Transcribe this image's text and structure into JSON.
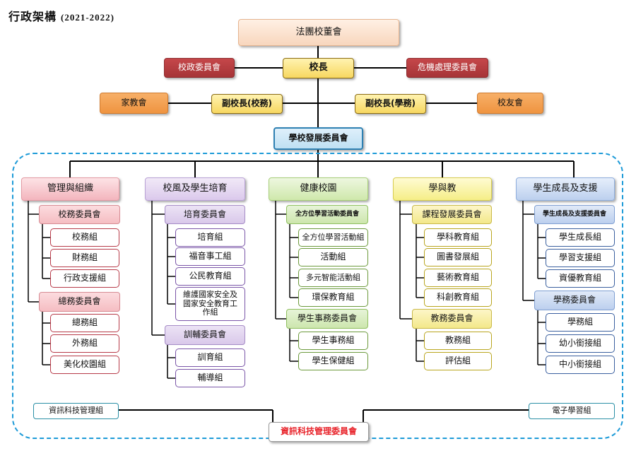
{
  "title": "行政架構",
  "year": "(2021-2022)",
  "top": {
    "board": "法團校董會",
    "principal": "校長",
    "school_admin_committee": "校政委員會",
    "crisis_committee": "危機處理委員會",
    "pta": "家教會",
    "vp_school_affairs": "副校長(校務)",
    "vp_student_affairs": "副校長(學務)",
    "alumni": "校友會",
    "development_committee": "學校發展委員會"
  },
  "columns": [
    {
      "head": "管理與組織",
      "committees": [
        {
          "name": "校務委員會",
          "groups": [
            "校務組",
            "財務組",
            "行政支援組"
          ]
        },
        {
          "name": "總務委員會",
          "groups": [
            "總務組",
            "外務組",
            "美化校園組"
          ]
        }
      ]
    },
    {
      "head": "校風及學生培育",
      "committees": [
        {
          "name": "培育委員會",
          "groups": [
            "培育組",
            "福音事工組",
            "公民教育組",
            "維護國家安全及國家安全教育工作組"
          ]
        },
        {
          "name": "訓輔委員會",
          "groups": [
            "訓育組",
            "輔導組"
          ]
        }
      ]
    },
    {
      "head": "健康校園",
      "committees": [
        {
          "name": "全方位學習活動委員會",
          "groups": [
            "全方位學習活動組",
            "活動組",
            "多元智能活動組",
            "環保教育組"
          ]
        },
        {
          "name": "學生事務委員會",
          "groups": [
            "學生事務組",
            "學生保健組"
          ]
        }
      ]
    },
    {
      "head": "學與教",
      "committees": [
        {
          "name": "課程發展委員會",
          "groups": [
            "學科教育組",
            "圖書發展組",
            "藝術教育組",
            "科創教育組"
          ]
        },
        {
          "name": "教務委員會",
          "groups": [
            "教務組",
            "評估組"
          ]
        }
      ]
    },
    {
      "head": "學生成長及支援",
      "committees": [
        {
          "name": "學生成長及支援委員會",
          "groups": [
            "學生成長組",
            "學習支援組",
            "資優教育組"
          ]
        },
        {
          "name": "學務委員會",
          "groups": [
            "學務組",
            "幼小銜接組",
            "中小銜接組"
          ]
        }
      ]
    }
  ],
  "it": {
    "committee": "資訊科技管理委員會",
    "left_group": "資訊科技管理組",
    "right_group": "電子學習組"
  }
}
